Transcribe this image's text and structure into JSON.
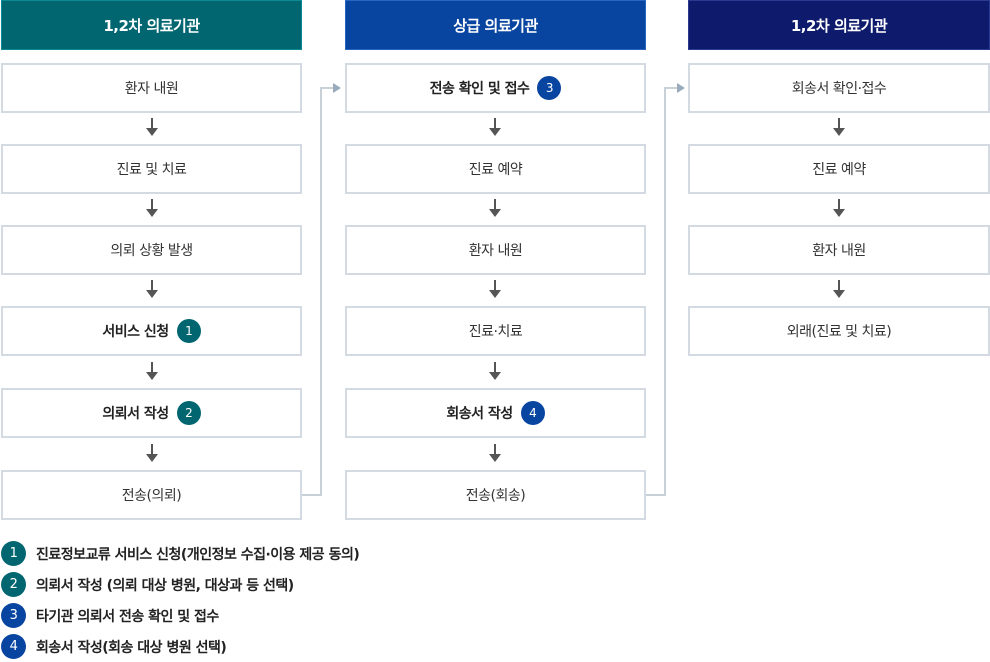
{
  "colors": {
    "teal": "#026670",
    "blue": "#0845a0",
    "navy": "#0e1a6b",
    "box_border": "#d3dae1",
    "connector": "#c8d0d8",
    "arrow": "#555555"
  },
  "columns": [
    {
      "header": "1,2차 의료기관",
      "steps": [
        {
          "label": "환자 내원"
        },
        {
          "label": "진료 및 치료"
        },
        {
          "label": "의뢰 상황 발생"
        },
        {
          "label": "서비스 신청",
          "badge": "1"
        },
        {
          "label": "의뢰서 작성",
          "badge": "2"
        },
        {
          "label": "전송(의뢰)"
        }
      ]
    },
    {
      "header": "상급 의료기관",
      "steps": [
        {
          "label": "전송 확인 및 접수",
          "badge": "3"
        },
        {
          "label": "진료 예약"
        },
        {
          "label": "환자 내원"
        },
        {
          "label": "진료·치료"
        },
        {
          "label": "회송서 작성",
          "badge": "4"
        },
        {
          "label": "전송(회송)"
        }
      ]
    },
    {
      "header": "1,2차 의료기관",
      "steps": [
        {
          "label": "회송서 확인·접수"
        },
        {
          "label": "진료 예약"
        },
        {
          "label": "환자 내원"
        },
        {
          "label": "외래(진료 및 치료)"
        }
      ]
    }
  ],
  "legend": [
    {
      "num": "1",
      "text": "진료정보교류 서비스 신청(개인정보 수집·이용 제공 동의)"
    },
    {
      "num": "2",
      "text": "의뢰서 작성 (의뢰 대상 병원, 대상과 등 선택)"
    },
    {
      "num": "3",
      "text": "타기관 의뢰서 전송 확인 및 접수"
    },
    {
      "num": "4",
      "text": "회송서 작성(회송 대상 병원 선택)"
    }
  ]
}
